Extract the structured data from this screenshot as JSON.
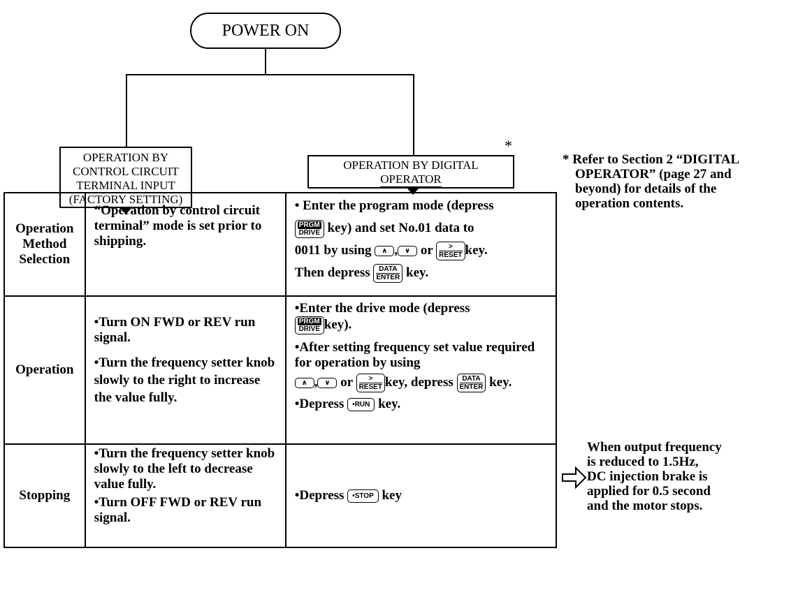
{
  "power_on": "POWER ON",
  "left_box": {
    "line1": "OPERATION BY",
    "line2": "CONTROL CIRCUIT",
    "line3": "TERMINAL INPUT",
    "line4": "(FACTORY SETTING)"
  },
  "right_box": {
    "line1": "OPERATION BY DIGITAL",
    "line2": "OPERATOR",
    "asterisk": "*"
  },
  "note": {
    "line1": "* Refer to Section 2 “DIGITAL",
    "line2": "OPERATOR” (page 27 and",
    "line3": "beyond) for details of the",
    "line4": "operation contents."
  },
  "rows": [
    {
      "label": "Operation Method Selection",
      "terminal": "“Operation by control circuit terminal” mode is set prior to shipping.",
      "digital": {
        "t1": "• Enter the program mode (depress",
        "t2": "key) and set No.01 data to",
        "t3": "0011 by using",
        "t4": "or",
        "t5": "key.",
        "t6": "Then depress",
        "t7": "key."
      }
    },
    {
      "label": "Operation",
      "terminal": {
        "b1": "•Turn ON FWD or REV run signal.",
        "b2": "•Turn the frequency setter knob slowly to the right to increase the value fully."
      },
      "digital": {
        "t1": "•Enter the drive mode (depress",
        "t2": "key).",
        "t3": "•After setting frequency set value required for operation by using",
        "t4": "or",
        "t5": "key, depress",
        "t6": "key.",
        "t7": "•Depress",
        "t8": "key."
      }
    },
    {
      "label": "Stopping",
      "terminal": {
        "b1": "•Turn the frequency setter knob slowly to the left to decrease value fully.",
        "b2": "•Turn OFF FWD or REV run signal."
      },
      "digital": {
        "t1": "•Depress",
        "t2": "key"
      }
    }
  ],
  "keys": {
    "prgm_top": "PRGM",
    "prgm_bottom": "DRIVE",
    "up": "∧",
    "down": "∨",
    "reset_top": ">",
    "reset_bottom": "RESET",
    "data_top": "DATA",
    "data_bottom": "ENTER",
    "run": "RUN",
    "stop": "STOP"
  },
  "stop_note": {
    "line1": "When output frequency",
    "line2": "is reduced to 1.5Hz,",
    "line3": "DC injection brake is",
    "line4": "applied for 0.5 second",
    "line5": "and the motor stops."
  }
}
